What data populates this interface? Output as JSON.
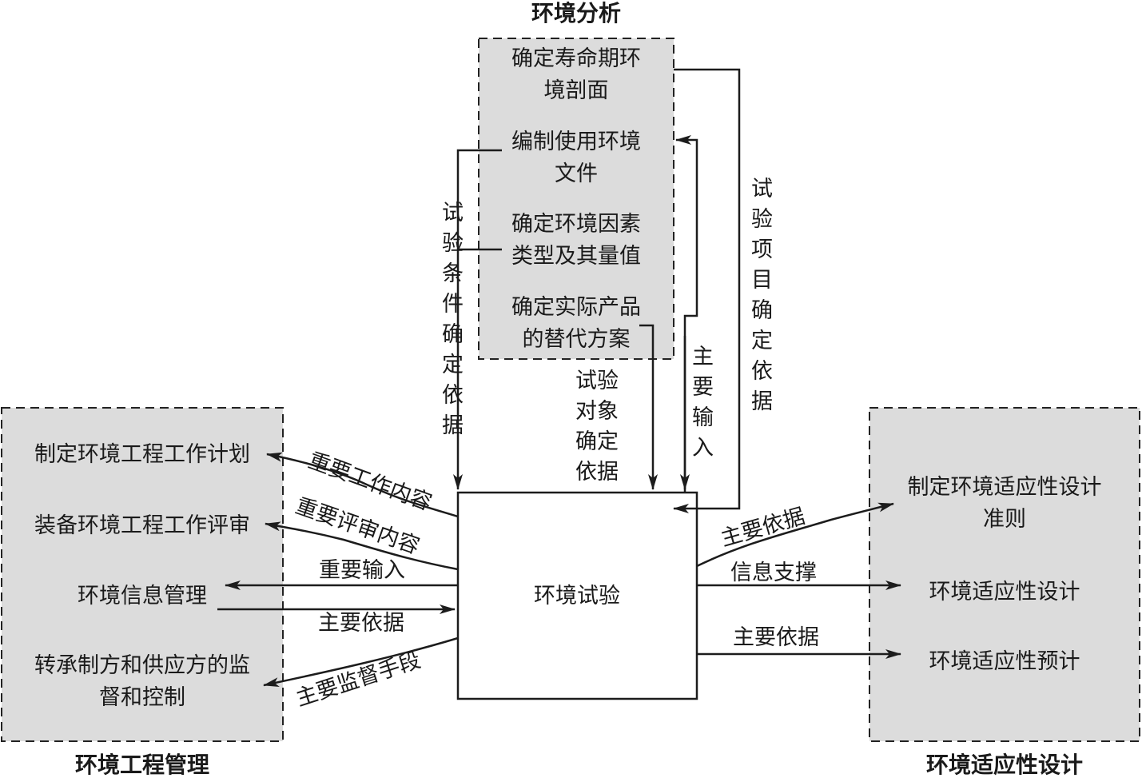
{
  "panels": {
    "top": {
      "title": "环境分析",
      "items": [
        [
          "确定寿命期环",
          "境剖面"
        ],
        [
          "编制使用环境",
          "文件"
        ],
        [
          "确定环境因素",
          "类型及其量值"
        ],
        [
          "确定实际产品",
          "的替代方案"
        ]
      ]
    },
    "left": {
      "title": "环境工程管理",
      "items": [
        [
          "制定环境工程工作计划"
        ],
        [
          "装备环境工程工作评审"
        ],
        [
          "环境信息管理"
        ],
        [
          "转承制方和供应方的监",
          "督和控制"
        ]
      ]
    },
    "right": {
      "title": "环境适应性设计",
      "items": [
        [
          "制定环境适应性设计",
          "准则"
        ],
        [
          "环境适应性设计"
        ],
        [
          "环境适应性预计"
        ]
      ]
    },
    "center": {
      "label": "环境试验"
    }
  },
  "edges": {
    "test_condition_basis": "试验条件确定依据",
    "test_object_basis": [
      "试验",
      "对象",
      "确定",
      "依据"
    ],
    "main_input_top": "主要输入",
    "test_item_basis": "试验项目确定依据",
    "important_work_content": "重要工作内容",
    "important_review_content": "重要评审内容",
    "important_input": "重要输入",
    "main_basis_left": "主要依据",
    "main_supervision_means": "主要监督手段",
    "main_basis_right_1": "主要依据",
    "info_support": "信息支撑",
    "main_basis_right_2": "主要依据"
  }
}
